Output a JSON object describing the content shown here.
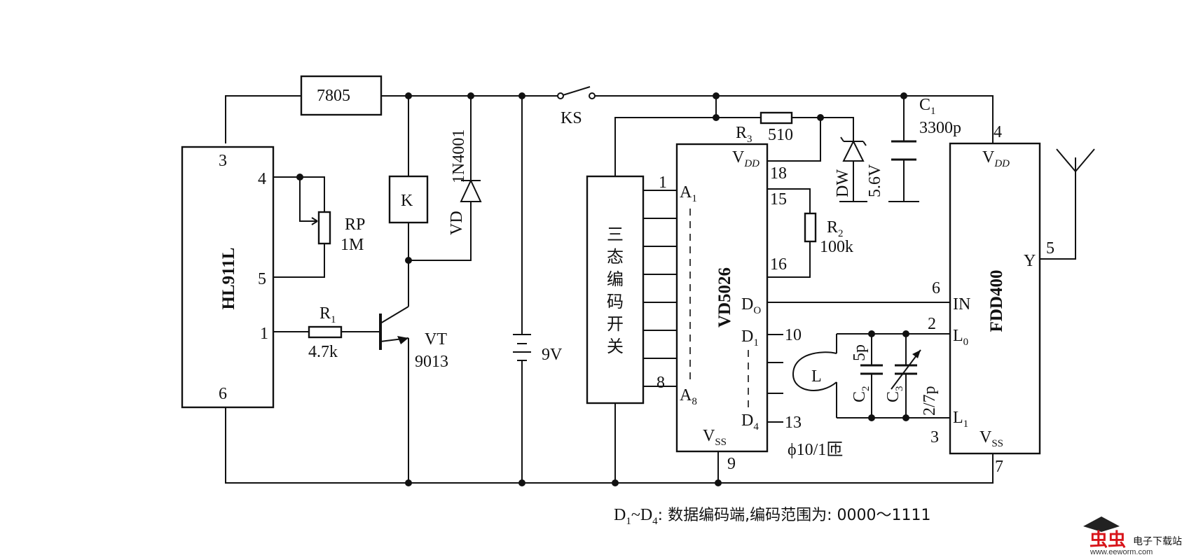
{
  "labels": {
    "hl911l": "HL911L",
    "hl_pin3": "3",
    "hl_pin4": "4",
    "hl_pin5": "5",
    "hl_pin1": "1",
    "hl_pin6": "6",
    "reg7805": "7805",
    "rp_name": "RP",
    "rp_val": "1M",
    "r1_name": "R",
    "r1_sub": "1",
    "r1_val": "4.7k",
    "relay_k": "K",
    "diode_part": "1N4001",
    "diode_name": "VD",
    "vt_name": "VT",
    "vt_part": "9013",
    "battery": "9V",
    "switch_ks": "KS",
    "encoder_chars": [
      "三",
      "态",
      "编",
      "码",
      "开",
      "关"
    ],
    "enc_pin1": "1",
    "enc_pin8": "8",
    "r3_name": "R",
    "r3_sub": "3",
    "r3_val": "510",
    "vd5026": "VD5026",
    "vdd1": "V",
    "vdd1_sub": "DD",
    "pin18": "18",
    "pin15": "15",
    "pin16": "16",
    "a1": "A",
    "a1_sub": "1",
    "a8": "A",
    "a8_sub": "8",
    "do_": "D",
    "do_sub": "O",
    "d1": "D",
    "d1_sub": "1",
    "pin10": "10",
    "d4": "D",
    "d4_sub": "4",
    "pin13": "13",
    "vss1": "V",
    "vss1_sub": "SS",
    "pin9": "9",
    "r2_name": "R",
    "r2_sub": "2",
    "r2_val": "100k",
    "dw_name": "DW",
    "dw_val": "5.6V",
    "c1_name": "C",
    "c1_sub": "1",
    "c1_val": "3300p",
    "coil_l": "L",
    "coil_spec": "ϕ10/1匝",
    "c2_name": "C",
    "c2_sub": "2",
    "c2_val": "5p",
    "c3_name": "C",
    "c3_sub": "3",
    "c3_val": "2/7p",
    "fdd400": "FDD400",
    "vdd2": "V",
    "vdd2_sub": "DD",
    "fdd_pin4": "4",
    "y": "Y",
    "fdd_pin5": "5",
    "in": "IN",
    "fdd_pin6": "6",
    "l0": "L",
    "l0_sub": "0",
    "fdd_pin2": "2",
    "l1": "L",
    "l1_sub": "1",
    "fdd_pin3": "3",
    "vss2": "V",
    "vss2_sub": "SS",
    "fdd_pin7": "7",
    "note_d1": "D",
    "note_sub1": "1",
    "note_tilde": "~",
    "note_d4": "D",
    "note_sub4": "4",
    "note_rest": ": 数据编码端,编码范围为: 0000～1111",
    "wm_logo": "虫虫",
    "wm_text": "电子下载站",
    "wm_url": "www.eeworm.com"
  }
}
